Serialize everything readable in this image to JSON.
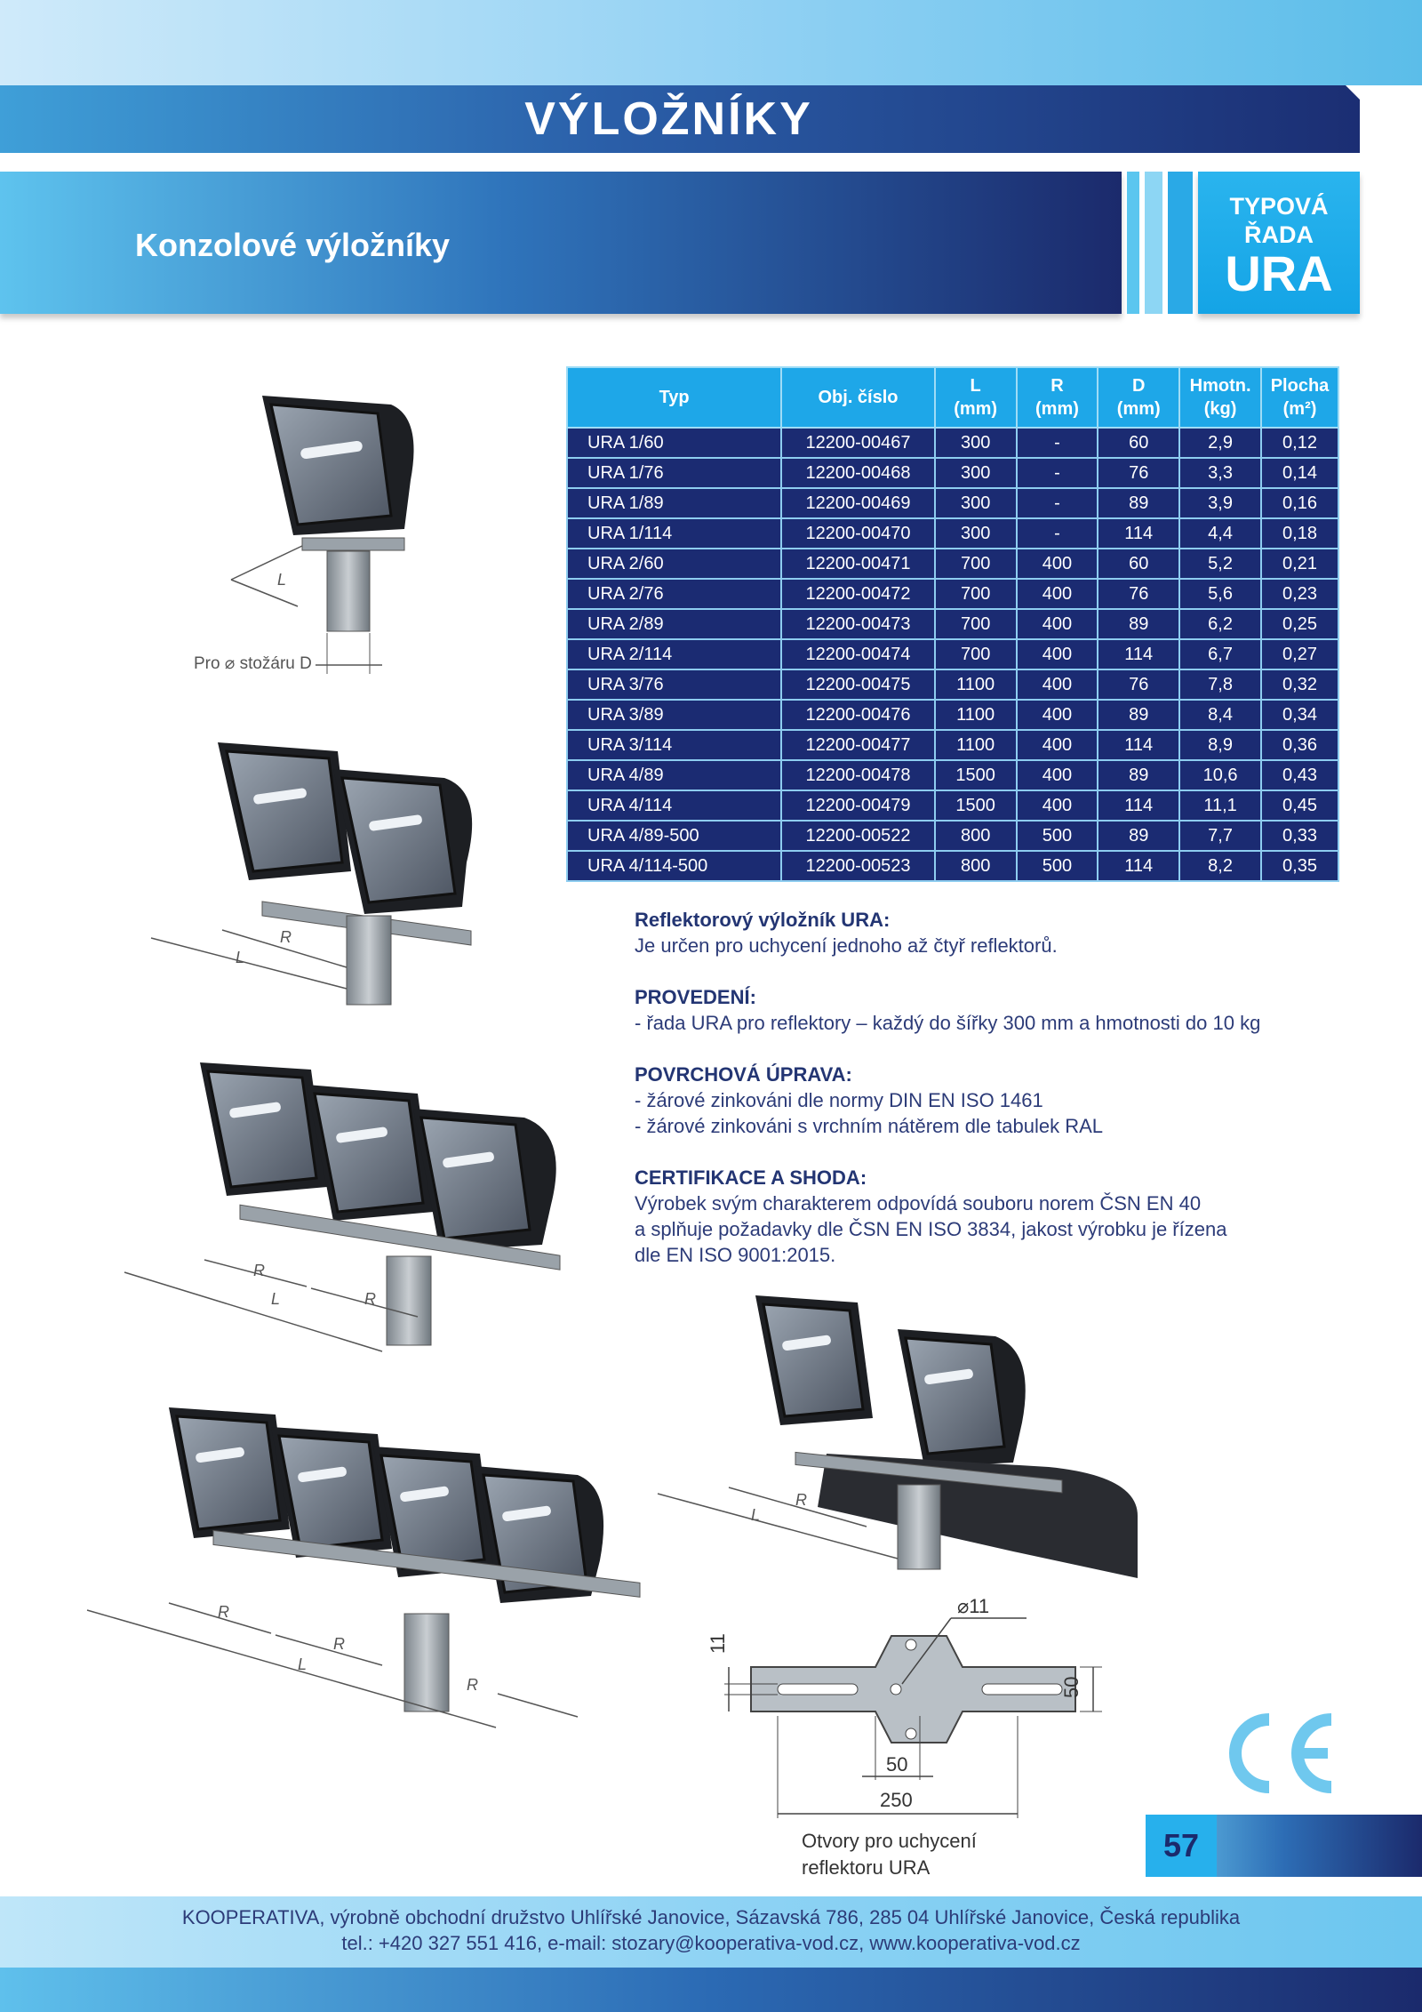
{
  "header": {
    "title": "VÝLOŽNÍKY",
    "subtitle": "Konzolové výložníky",
    "series_line1": "TYPOVÁ",
    "series_line2": "ŘADA",
    "series_line3": "URA"
  },
  "table": {
    "headers": [
      {
        "line1": "Typ",
        "line2": ""
      },
      {
        "line1": "Obj. číslo",
        "line2": ""
      },
      {
        "line1": "L",
        "line2": "(mm)"
      },
      {
        "line1": "R",
        "line2": "(mm)"
      },
      {
        "line1": "D",
        "line2": "(mm)"
      },
      {
        "line1": "Hmotn.",
        "line2": "(kg)"
      },
      {
        "line1": "Plocha",
        "line2": "(m²)"
      }
    ],
    "rows": [
      [
        "URA 1/60",
        "12200-00467",
        "300",
        "-",
        "60",
        "2,9",
        "0,12"
      ],
      [
        "URA 1/76",
        "12200-00468",
        "300",
        "-",
        "76",
        "3,3",
        "0,14"
      ],
      [
        "URA 1/89",
        "12200-00469",
        "300",
        "-",
        "89",
        "3,9",
        "0,16"
      ],
      [
        "URA 1/114",
        "12200-00470",
        "300",
        "-",
        "114",
        "4,4",
        "0,18"
      ],
      [
        "URA 2/60",
        "12200-00471",
        "700",
        "400",
        "60",
        "5,2",
        "0,21"
      ],
      [
        "URA 2/76",
        "12200-00472",
        "700",
        "400",
        "76",
        "5,6",
        "0,23"
      ],
      [
        "URA 2/89",
        "12200-00473",
        "700",
        "400",
        "89",
        "6,2",
        "0,25"
      ],
      [
        "URA 2/114",
        "12200-00474",
        "700",
        "400",
        "114",
        "6,7",
        "0,27"
      ],
      [
        "URA 3/76",
        "12200-00475",
        "1100",
        "400",
        "76",
        "7,8",
        "0,32"
      ],
      [
        "URA 3/89",
        "12200-00476",
        "1100",
        "400",
        "89",
        "8,4",
        "0,34"
      ],
      [
        "URA 3/114",
        "12200-00477",
        "1100",
        "400",
        "114",
        "8,9",
        "0,36"
      ],
      [
        "URA 4/89",
        "12200-00478",
        "1500",
        "400",
        "89",
        "10,6",
        "0,43"
      ],
      [
        "URA 4/114",
        "12200-00479",
        "1500",
        "400",
        "114",
        "11,1",
        "0,45"
      ],
      [
        "URA 4/89-500",
        "12200-00522",
        "800",
        "500",
        "89",
        "7,7",
        "0,33"
      ],
      [
        "URA 4/114-500",
        "12200-00523",
        "800",
        "500",
        "114",
        "8,2",
        "0,35"
      ]
    ]
  },
  "description": {
    "s1_heading": "Reflektorový výložník URA:",
    "s1_line1": "Je určen pro uchycení jednoho až čtyř reflektorů.",
    "s2_heading": "PROVEDENÍ:",
    "s2_line1": "- řada URA pro reflektory – každý do šířky 300 mm a hmotnosti do 10 kg",
    "s3_heading": "POVRCHOVÁ ÚPRAVA:",
    "s3_line1": "- žárové zinkováni dle normy DIN EN ISO 1461",
    "s3_line2": "- žárové zinkováni s vrchním nátěrem dle tabulek RAL",
    "s4_heading": "CERTIFIKACE A SHODA:",
    "s4_line1": "Výrobek svým charakterem odpovídá souboru norem ČSN EN 40",
    "s4_line2": "a splňuje požadavky dle ČSN EN ISO 3834, jakost výrobku je řízena",
    "s4_line3": "dle EN ISO 9001:2015."
  },
  "drawings": {
    "label_L": "L",
    "label_R": "R",
    "pole_caption": "Pro ⌀ stožáru D",
    "dim_hole": "⌀11",
    "dim_11": "11",
    "dim_50_side": "50",
    "dim_50_bottom": "50",
    "dim_250": "250",
    "mount_caption_1": "Otvory pro uchycení",
    "mount_caption_2": "reflektoru URA",
    "ce_mark": "CE"
  },
  "page": {
    "number": "57"
  },
  "footer": {
    "line1": "KOOPERATIVA, výrobně obchodní družstvo Uhlířské Janovice, Sázavská 786, 285 04 Uhlířské Janovice, Česká republika",
    "line2": "tel.: +420 327 551 416, e-mail: stozary@kooperativa-vod.cz, www.kooperativa-vod.cz"
  },
  "colors": {
    "navy": "#1b2a6c",
    "cyan": "#1ea7e8",
    "ce": "#6fc8ee"
  }
}
